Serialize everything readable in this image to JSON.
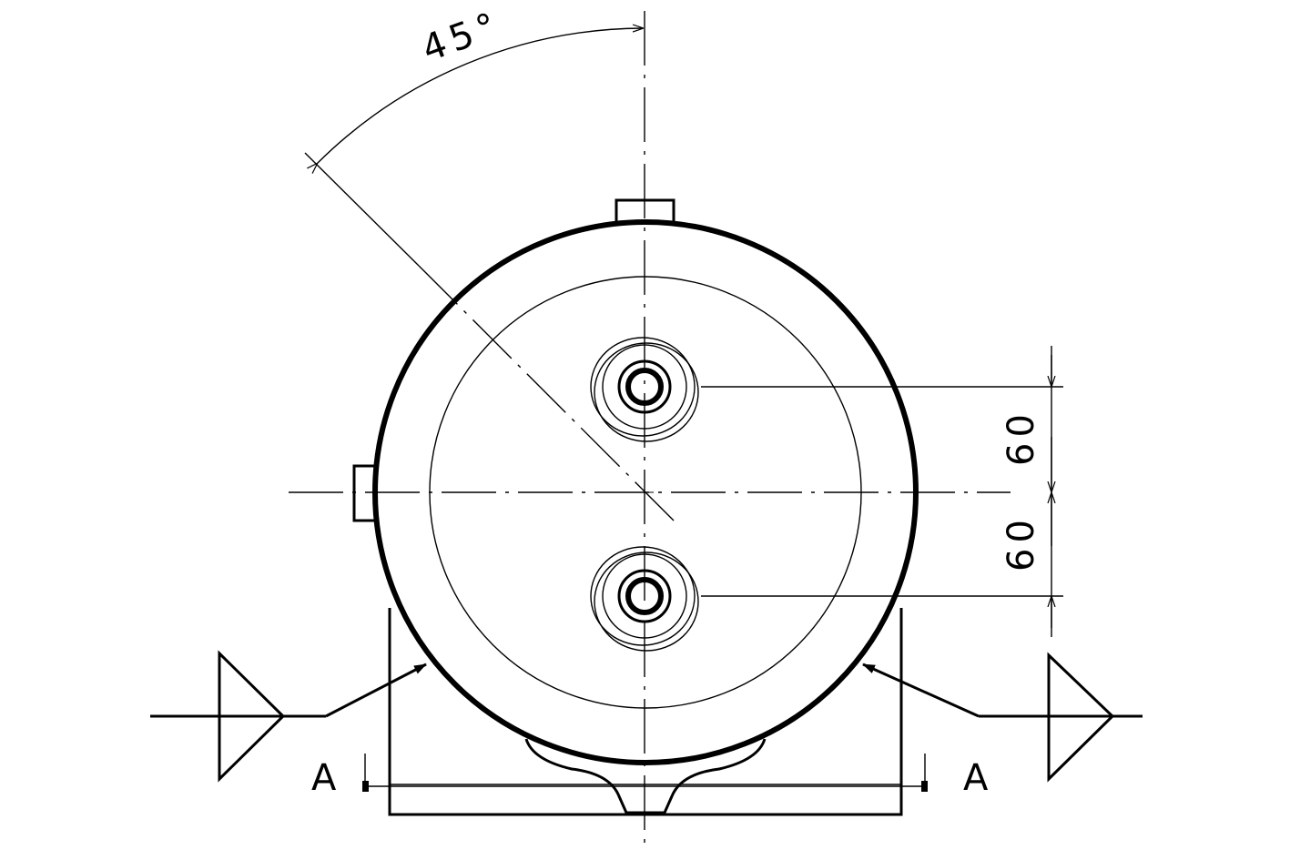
{
  "drawing": {
    "angle_label": "45°",
    "dim_upper": "60",
    "dim_lower": "60",
    "section_left": "A",
    "section_right": "A"
  }
}
